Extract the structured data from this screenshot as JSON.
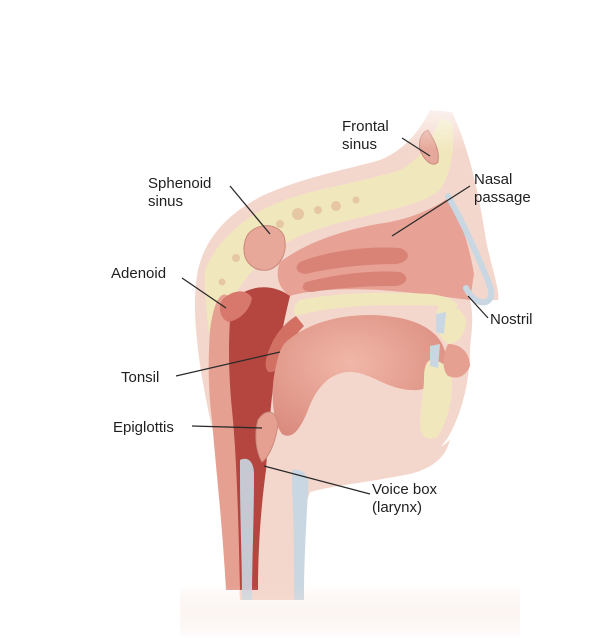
{
  "diagram": {
    "labels": {
      "frontal_sinus": [
        "Frontal",
        "sinus"
      ],
      "sphenoid_sinus": [
        "Sphenoid",
        "sinus"
      ],
      "nasal_passage": [
        "Nasal",
        "passage"
      ],
      "adenoid": [
        "Adenoid"
      ],
      "nostril": [
        "Nostril"
      ],
      "tonsil": [
        "Tonsil"
      ],
      "epiglottis": [
        "Epiglottis"
      ],
      "voice_box": [
        "Voice box",
        "(larynx)"
      ]
    },
    "colors": {
      "tissue": "#e9a99a",
      "tissue_dark": "#c7695e",
      "cavity": "#b4463f",
      "bone": "#f1e7bd",
      "skin_fade": "#f4d7cc",
      "cartilage": "#c9d7e2"
    }
  }
}
